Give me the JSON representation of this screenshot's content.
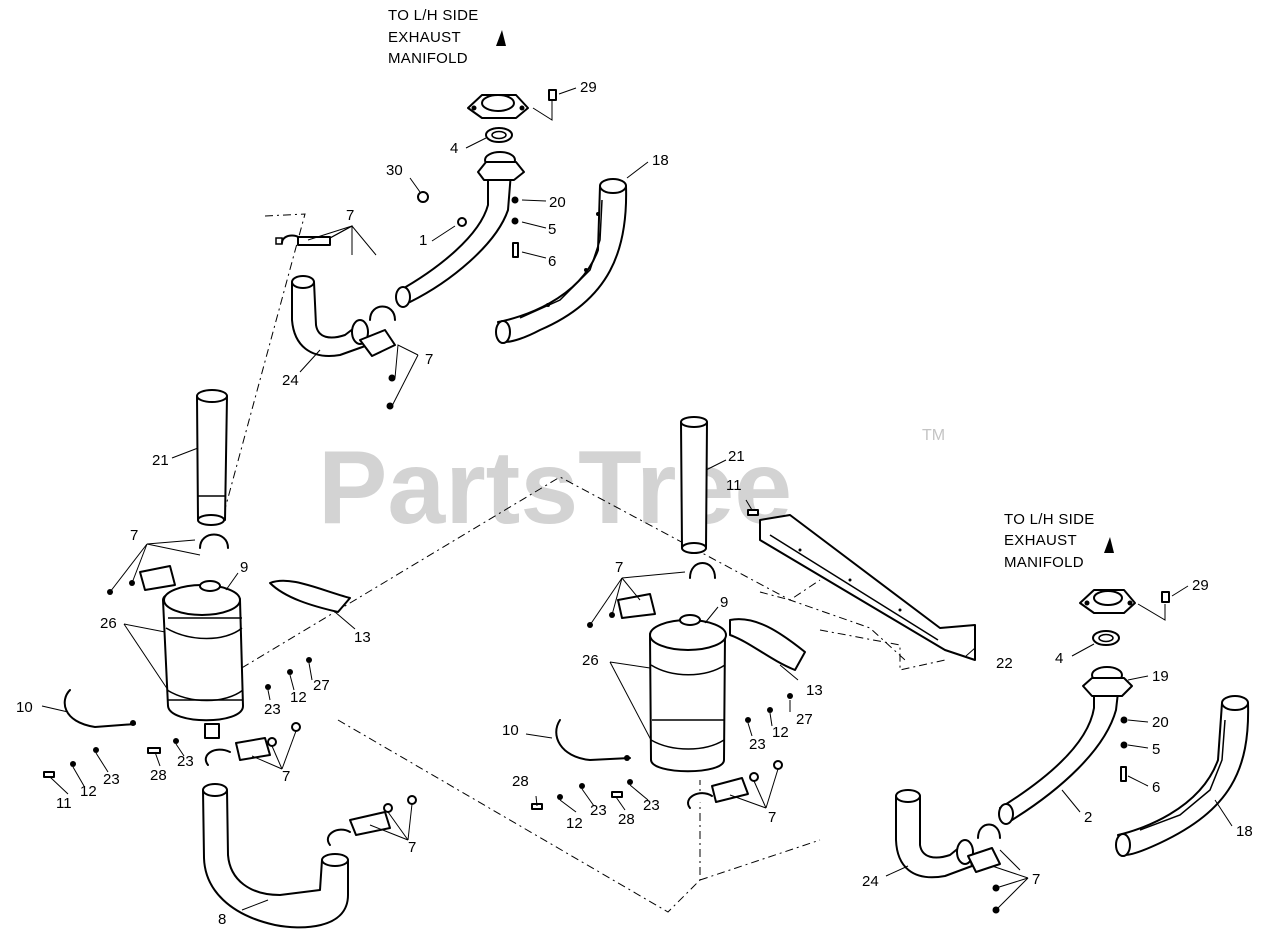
{
  "watermark": {
    "text": "PartsTree",
    "trademark": "TM"
  },
  "notes": {
    "top_left": [
      "TO L/H SIDE",
      "EXHAUST",
      "MANIFOLD"
    ],
    "right": [
      "TO L/H SIDE",
      "EXHAUST",
      "MANIFOLD"
    ]
  },
  "callouts": {
    "c29a": "29",
    "c4a": "4",
    "c18a": "18",
    "c30": "30",
    "c20a": "20",
    "c5a": "5",
    "c6a": "6",
    "c1": "1",
    "c7a": "7",
    "c7b": "7",
    "c24a": "24",
    "c21a": "21",
    "c7c": "7",
    "c9a": "9",
    "c26a": "26",
    "c13a": "13",
    "c10a": "10",
    "c23a": "23",
    "c12a": "12",
    "c27a": "27",
    "c11a": "11",
    "c12b": "12",
    "c23b": "23",
    "c28a": "28",
    "c23c": "23",
    "c7d": "7",
    "c8": "8",
    "c7e": "7",
    "c21b": "21",
    "c11b": "11",
    "c7f": "7",
    "c9b": "9",
    "c26b": "26",
    "c13b": "13",
    "c22": "22",
    "c10b": "10",
    "c27b": "27",
    "c12c": "12",
    "c23d": "23",
    "c28b": "28",
    "c12d": "12",
    "c23e": "23",
    "c28c": "28",
    "c23f": "23",
    "c7g": "7",
    "c29b": "29",
    "c4b": "4",
    "c19": "19",
    "c20b": "20",
    "c5b": "5",
    "c6b": "6",
    "c2": "2",
    "c18b": "18",
    "c24b": "24",
    "c7h": "7"
  }
}
